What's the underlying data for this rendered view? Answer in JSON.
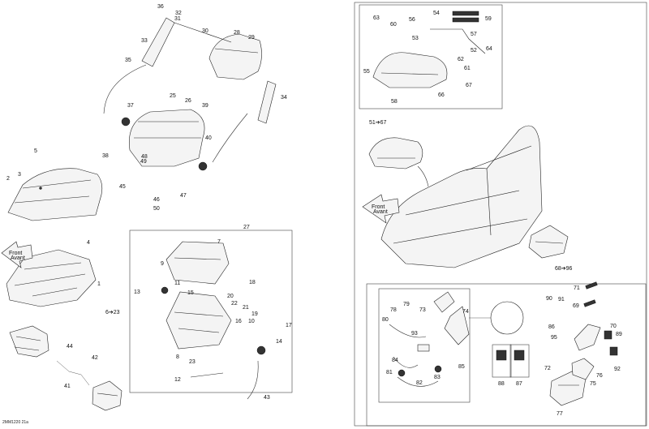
{
  "diagram": {
    "reference_code": "2MM1220 21a",
    "front_labels": [
      "Front",
      "Avant"
    ],
    "callouts": [
      "1",
      "2",
      "3",
      "4",
      "5",
      "6➔23",
      "7",
      "8",
      "9",
      "10",
      "11",
      "12",
      "13",
      "14",
      "15",
      "16",
      "17",
      "18",
      "19",
      "20",
      "21",
      "22",
      "23",
      "25",
      "26",
      "27",
      "28",
      "29",
      "30",
      "31",
      "32",
      "33",
      "34",
      "35",
      "36",
      "37",
      "38",
      "39",
      "40",
      "41",
      "42",
      "43",
      "44",
      "45",
      "46",
      "47",
      "48",
      "49",
      "50",
      "51➔67",
      "52",
      "53",
      "54",
      "55",
      "56",
      "57",
      "58",
      "59",
      "60",
      "61",
      "62",
      "63",
      "64",
      "66",
      "67",
      "68➔96",
      "69",
      "70",
      "71",
      "72",
      "73",
      "74",
      "75",
      "76",
      "77",
      "78",
      "79",
      "80",
      "81",
      "82",
      "83",
      "84",
      "85",
      "86",
      "87",
      "88",
      "89",
      "90",
      "91",
      "92",
      "93",
      "95"
    ]
  }
}
